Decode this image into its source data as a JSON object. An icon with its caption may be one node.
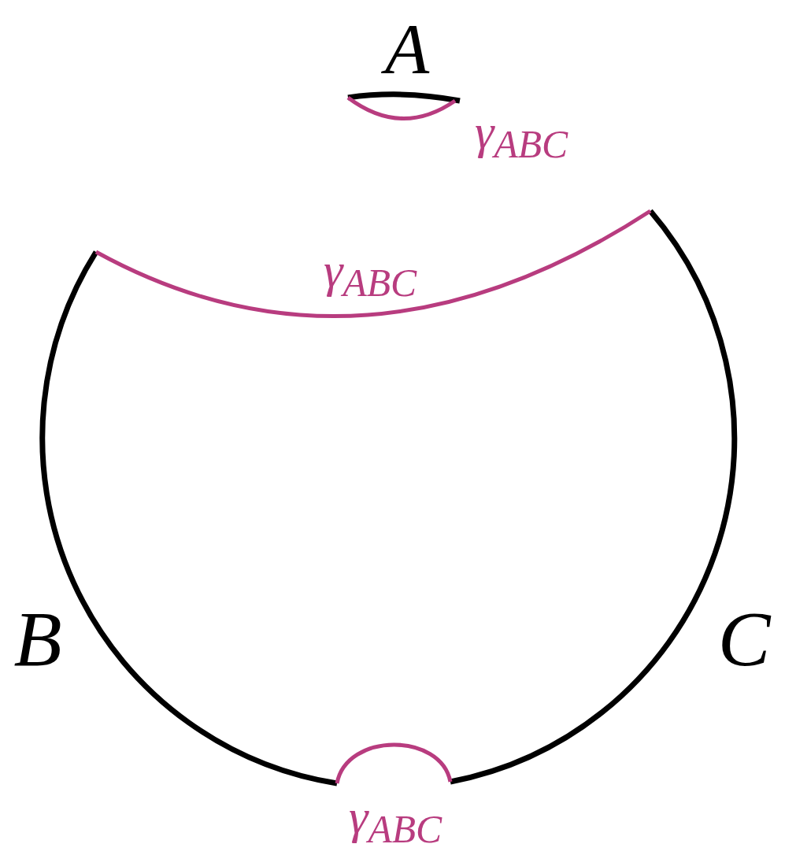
{
  "diagram": {
    "labels": [
      "A",
      "γ$_{ABC}$",
      "γ$_{ABC}$",
      "B",
      "C",
      "γ$_{ABC}$"
    ]
  }
}
